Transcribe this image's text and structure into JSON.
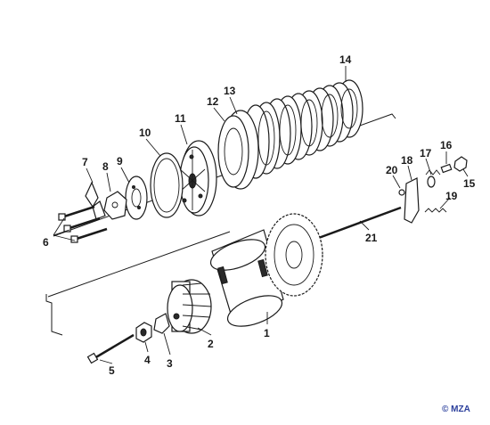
{
  "diagram": {
    "labels": {
      "p1": "1",
      "p2": "2",
      "p3": "3",
      "p4": "4",
      "p5": "5",
      "p6": "6",
      "p7": "7",
      "p8": "8",
      "p9": "9",
      "p10": "10",
      "p11": "11",
      "p12": "12",
      "p13": "13",
      "p14": "14",
      "p15": "15",
      "p16": "16",
      "p17": "17",
      "p18": "18",
      "p19": "19",
      "p20": "20",
      "p21": "21"
    },
    "copyright": "© MZA"
  }
}
